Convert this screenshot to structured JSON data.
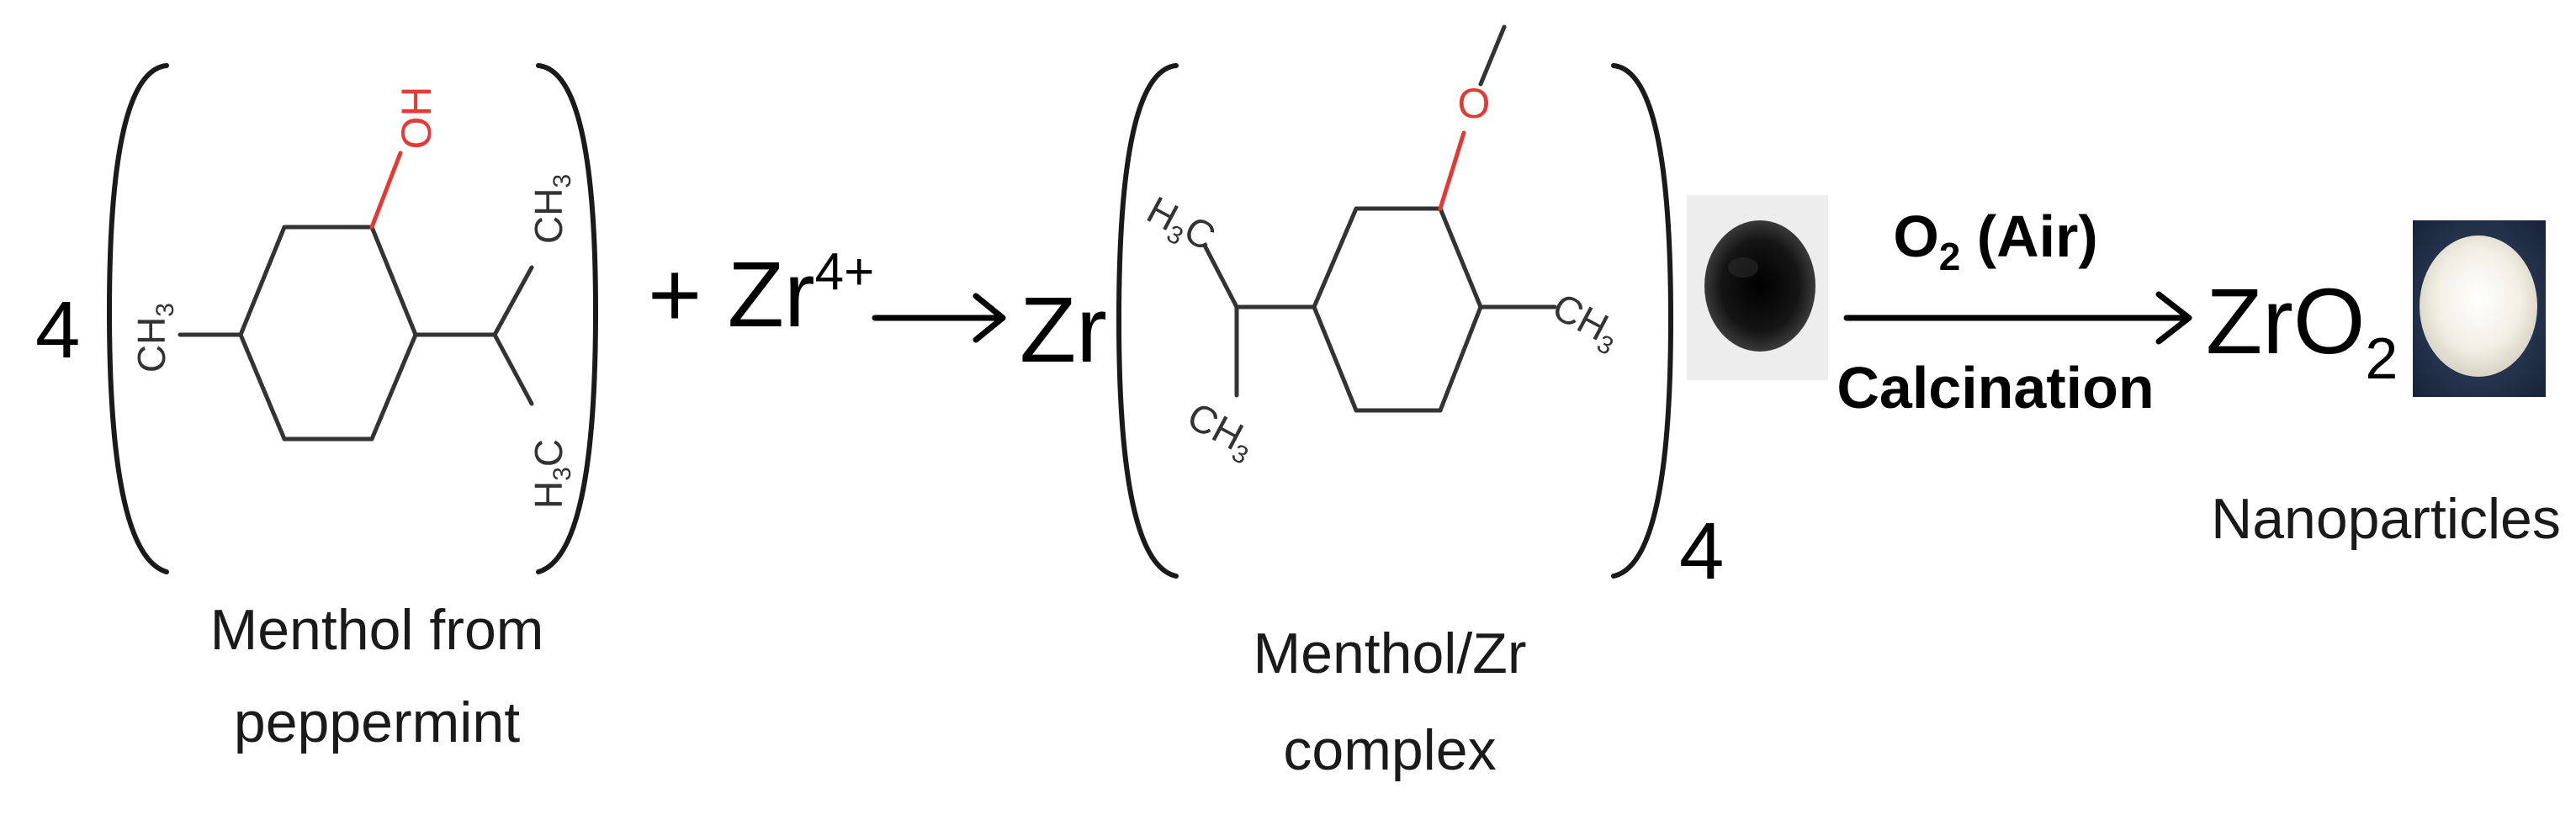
{
  "reactant": {
    "coefficient": "4",
    "hydroxyl": "OH",
    "methyl_left": "CH",
    "methyl_left_sub": "3",
    "methyl_top": "CH",
    "methyl_top_sub": "3",
    "methyl_bottom_prefix": "H",
    "methyl_bottom_sub": "3",
    "methyl_bottom_suffix": "C",
    "caption_line1": "Menthol from",
    "caption_line2": "peppermint"
  },
  "plus": "+ Zr",
  "zr_charge": "4+",
  "complex": {
    "metal": "Zr",
    "oxygen": "O",
    "methyl_left_prefix": "H",
    "methyl_left_sub": "3",
    "methyl_left_suffix": "C",
    "methyl_bottom": "CH",
    "methyl_bottom_sub": "3",
    "methyl_right": "CH",
    "methyl_right_sub": "3",
    "subscript": "4",
    "caption_line1": "Menthol/Zr",
    "caption_line2": "complex"
  },
  "conditions": {
    "above_main": "O",
    "above_sub": "2",
    "above_rest": " (Air)",
    "below": "Calcination"
  },
  "product": {
    "main": "ZrO",
    "sub": "2",
    "caption": "Nanoparticles"
  },
  "colors": {
    "oxygen": "#e53935",
    "bonds": "#333333",
    "black_powder": "#111111",
    "white_powder": "#f2efe6",
    "dark_background": "#1c2b45"
  }
}
